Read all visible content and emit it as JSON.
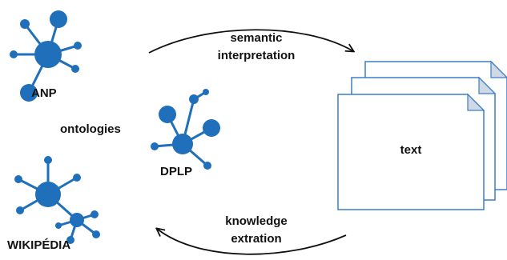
{
  "colors": {
    "node": "#1f6fba",
    "arrow": "#111111",
    "page_border": "#3a7ec8",
    "page_fold": "#cfd8e3"
  },
  "graphs": {
    "anp": {
      "label": "ANP",
      "icon": "network-graph-icon"
    },
    "dplp": {
      "label": "DPLP",
      "icon": "network-graph-icon"
    },
    "wikipedia": {
      "label": "WIKIPÉDIA",
      "icon": "network-graph-icon"
    }
  },
  "ontologies_label": "ontologies",
  "arrows": {
    "top": {
      "line1": "semantic",
      "line2": "interpretation"
    },
    "bottom": {
      "line1": "knowledge",
      "line2": "extration"
    }
  },
  "document_stack": {
    "label": "text",
    "icon": "document-stack-icon"
  }
}
